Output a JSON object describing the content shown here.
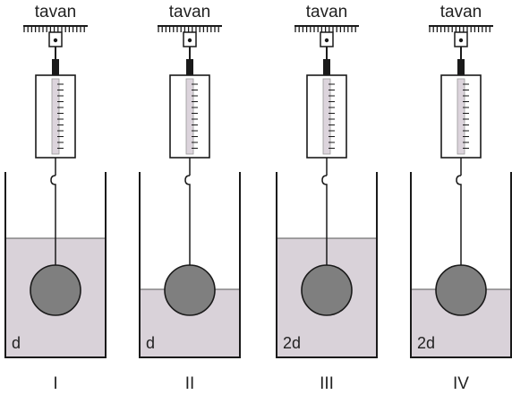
{
  "panels": [
    {
      "ceiling_label": "tavan",
      "density_label": "d",
      "roman": "I",
      "liquid_level": "high"
    },
    {
      "ceiling_label": "tavan",
      "density_label": "d",
      "roman": "II",
      "liquid_level": "low"
    },
    {
      "ceiling_label": "tavan",
      "density_label": "2d",
      "roman": "III",
      "liquid_level": "high"
    },
    {
      "ceiling_label": "tavan",
      "density_label": "2d",
      "roman": "IV",
      "liquid_level": "low"
    }
  ],
  "colors": {
    "liquid": "#d9d2d9",
    "sphere": "#7f7f7f",
    "scale_strip": "#dcd4dc",
    "stroke": "#1a1a1a"
  }
}
